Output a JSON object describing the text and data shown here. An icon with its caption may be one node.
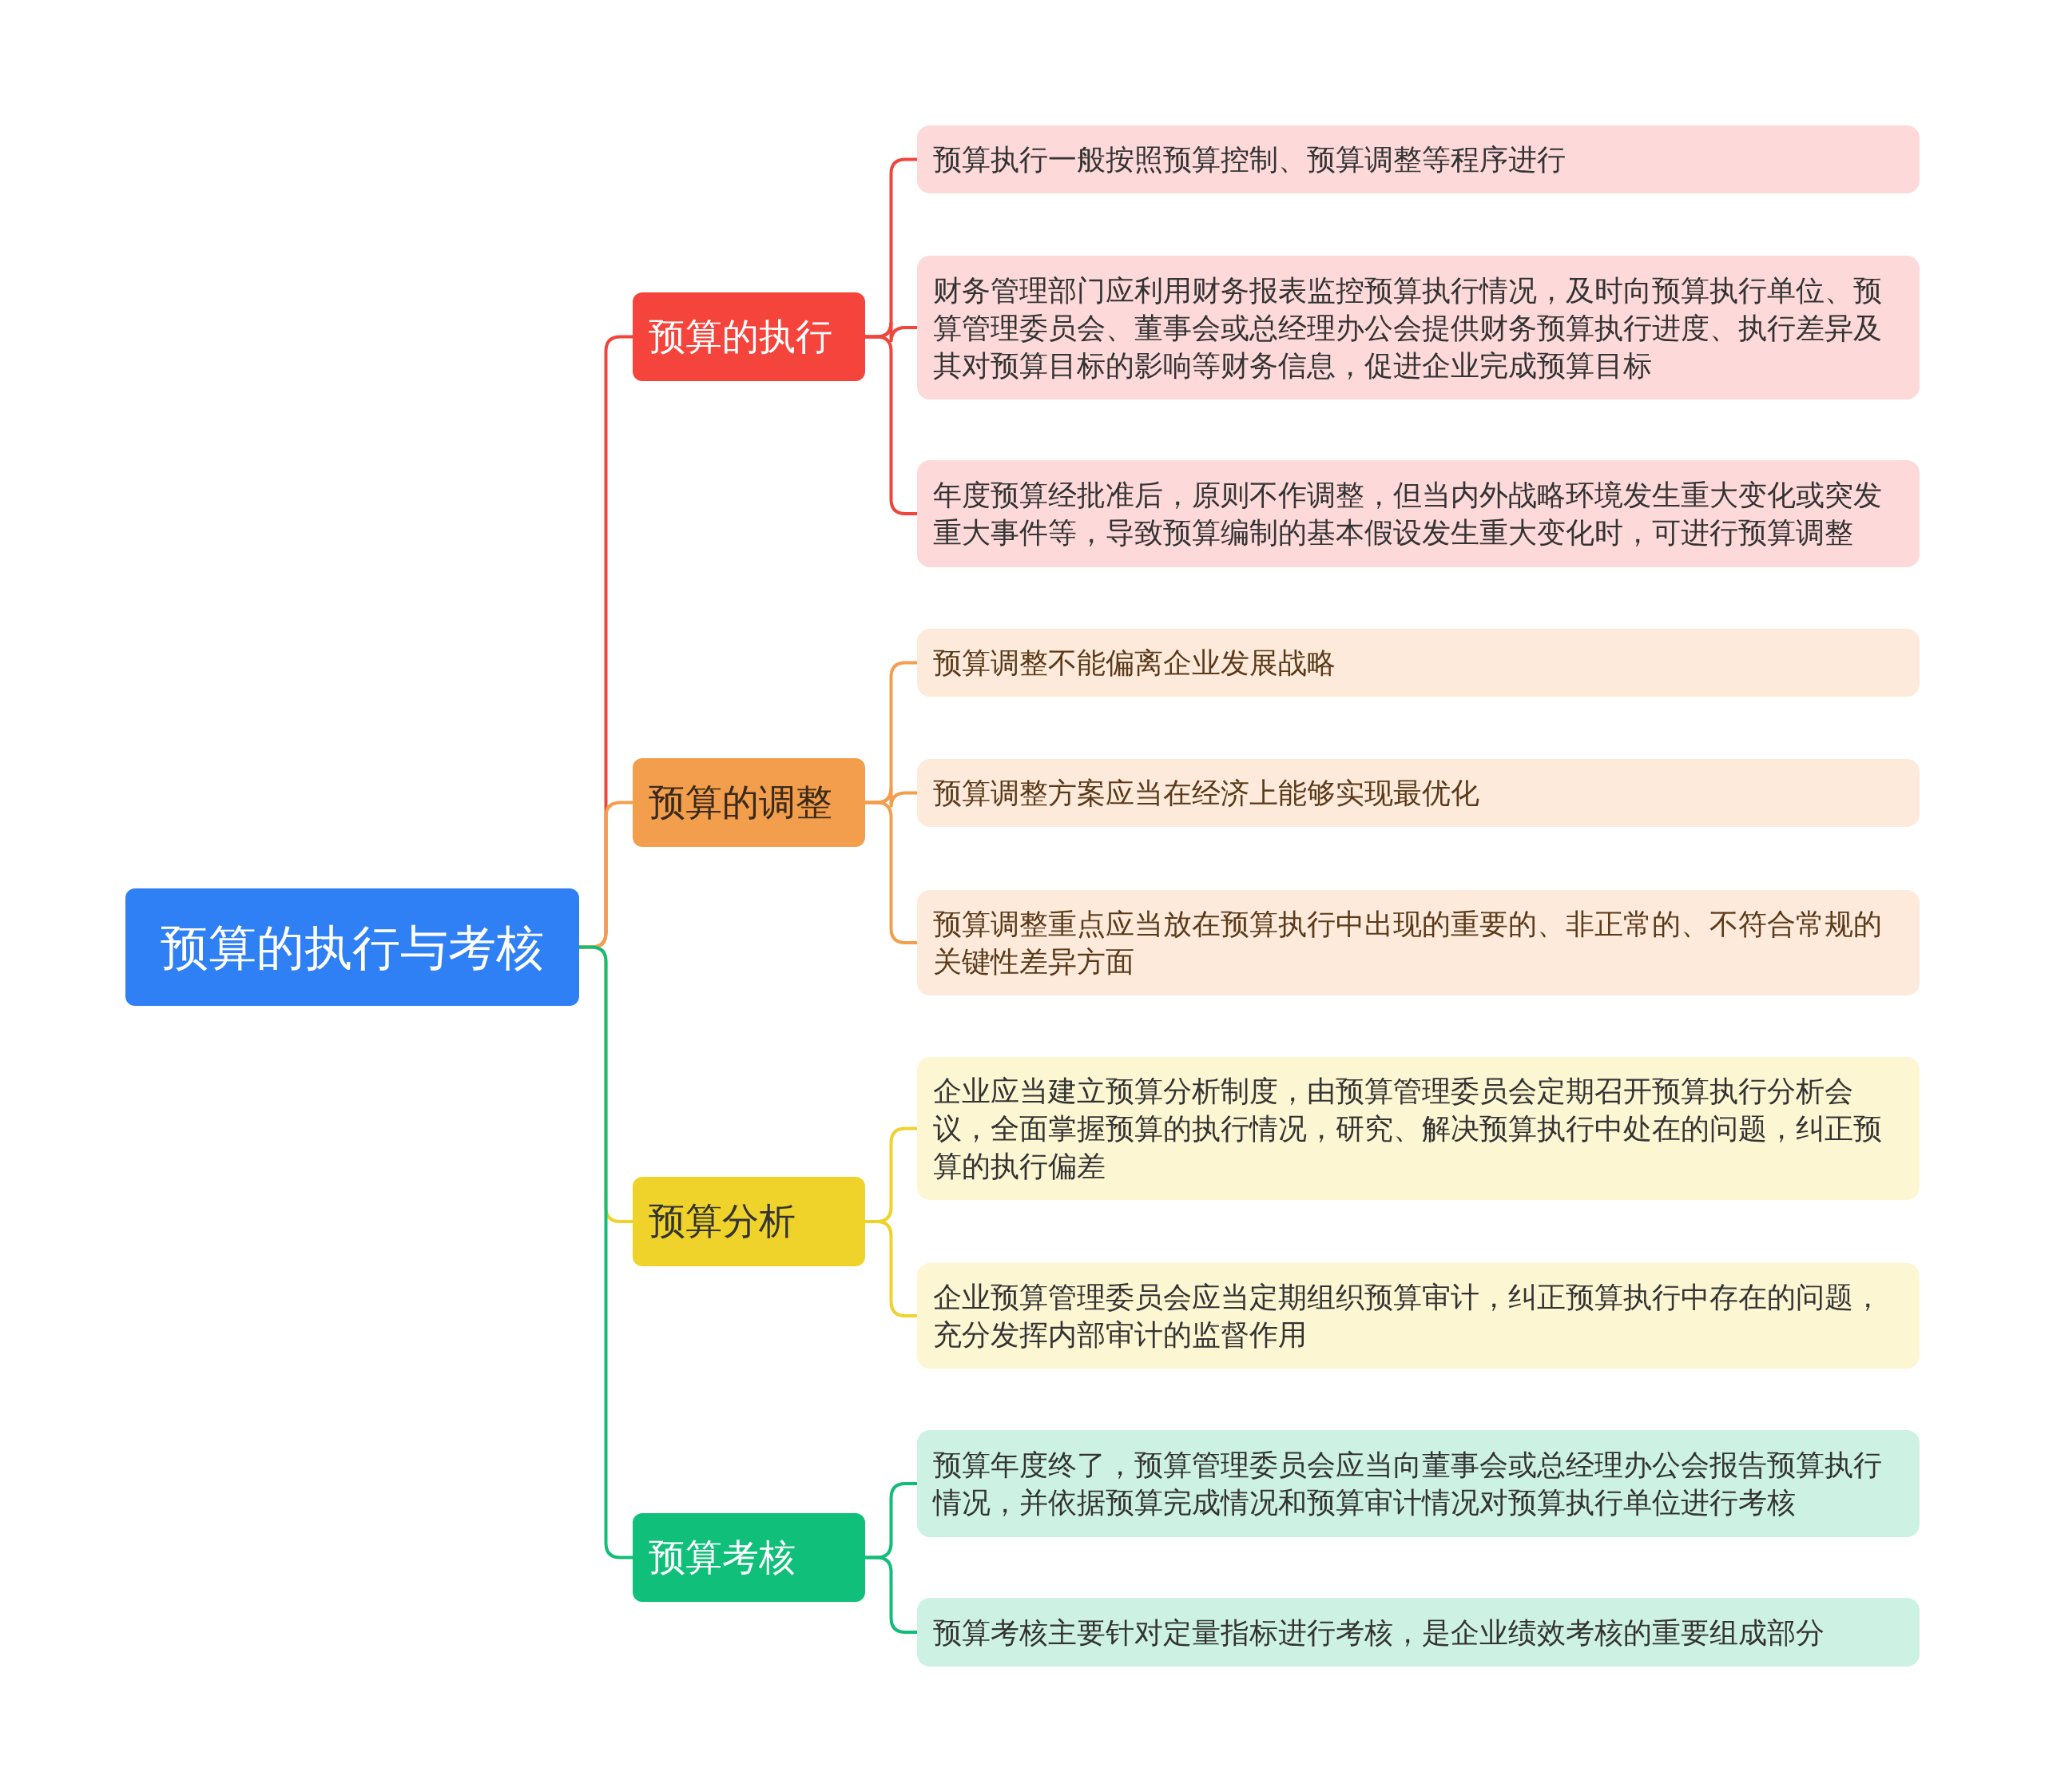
{
  "diagram": {
    "nodes": [
      {
        "text": [
          "预算的执行与考核"
        ]
      },
      {
        "text": [
          "预算的执行"
        ]
      },
      {
        "text": [
          "预算执行一般按照预算控制、预算调整等程序进行"
        ]
      },
      {
        "text": [
          "财务管理部门应利用财务报表监控预算执行情况，及时向预算执行单位、预算管理委员会、董事会或总经理办公会提供财务预算执行进度、执行差异及其对预算目标的影响等财务信息，促进企业完成预算目标"
        ]
      },
      {
        "text": [
          "年度预算经批准后，原则不作调整，但当内外战略环境发生重大变化或突发重大事件等，导致预算编制的基本假设发生重大变化时，可进行预算调整"
        ]
      },
      {
        "text": [
          "预算的调整"
        ]
      },
      {
        "text": [
          "预算调整不能偏离企业发展战略"
        ]
      },
      {
        "text": [
          "预算调整方案应当在经济上能够实现最优化"
        ]
      },
      {
        "text": [
          "预算调整重点应当放在预算执行中出现的重要的、非正常的、不符合常规的关键性差异方面"
        ]
      },
      {
        "text": [
          "预算分析"
        ]
      },
      {
        "text": [
          "企业应当建立预算分析制度，由预算管理委员会定期召开预算执行分析会议，全面掌握预算的执行情况，研究、解决预算执行中处在的问题，纠正预算的执行偏差"
        ]
      },
      {
        "text": [
          "企业预算管理委员会应当定期组织预算审计，纠正预算执行中存在的问题，充分发挥内部审计的监督作用"
        ]
      },
      {
        "text": [
          "预算考核"
        ]
      },
      {
        "text": [
          "预算年度终了，预算管理委员会应当向董事会或总经理办公会报告预算执行情况，并依据预算完成情况和预算审计情况对预算执行单位进行考核"
        ]
      },
      {
        "text": [
          "预算考核主要针对定量指标进行考核，是企业绩效考核的重要组成部分"
        ]
      }
    ],
    "edges": [
      {
        "from": 0,
        "to": 1,
        "arrow": "none",
        "color": "#f0453d"
      },
      {
        "from": 0,
        "to": 5,
        "arrow": "none",
        "color": "#f39e4c"
      },
      {
        "from": 0,
        "to": 9,
        "arrow": "none",
        "color": "#efd22c"
      },
      {
        "from": 0,
        "to": 12,
        "arrow": "none",
        "color": "#12bd78"
      },
      {
        "from": 1,
        "to": 2,
        "arrow": "none",
        "color": "#f0453d"
      },
      {
        "from": 1,
        "to": 3,
        "arrow": "none",
        "color": "#f0453d"
      },
      {
        "from": 1,
        "to": 4,
        "arrow": "none",
        "color": "#f0453d"
      },
      {
        "from": 5,
        "to": 6,
        "arrow": "none",
        "color": "#f39e4c"
      },
      {
        "from": 5,
        "to": 7,
        "arrow": "none",
        "color": "#f39e4c"
      },
      {
        "from": 5,
        "to": 8,
        "arrow": "none",
        "color": "#f39e4c"
      },
      {
        "from": 9,
        "to": 10,
        "arrow": "none",
        "color": "#efd22c"
      },
      {
        "from": 9,
        "to": 11,
        "arrow": "none",
        "color": "#efd22c"
      },
      {
        "from": 12,
        "to": 13,
        "arrow": "none",
        "color": "#12bd78"
      },
      {
        "from": 12,
        "to": 14,
        "arrow": "none",
        "color": "#12bd78"
      }
    ]
  }
}
